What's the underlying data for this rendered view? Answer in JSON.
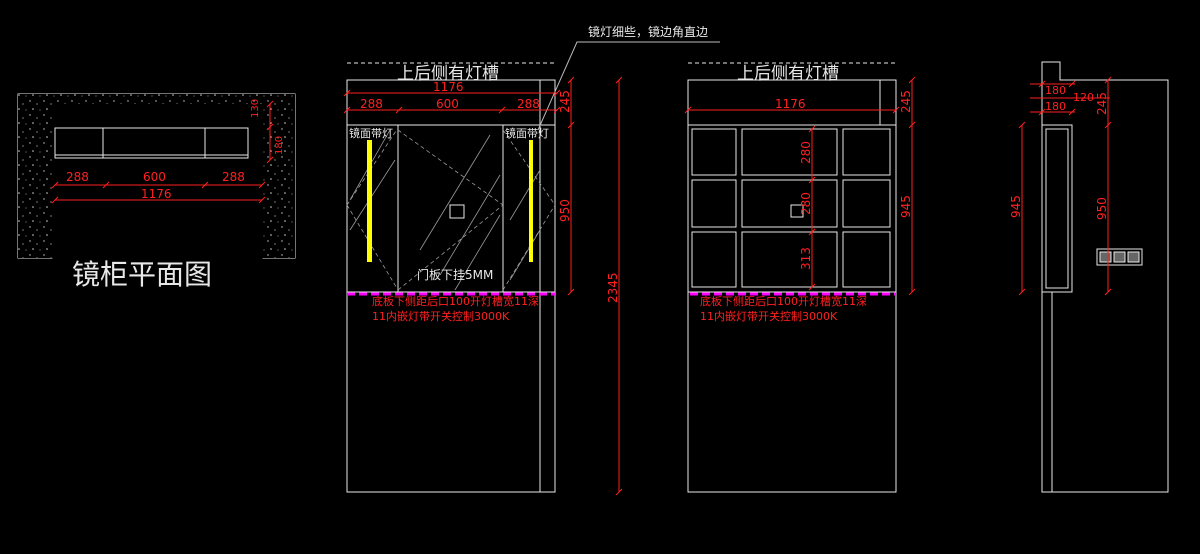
{
  "colors": {
    "background": "#000000",
    "line": "#e8e8e8",
    "dim": "#ff2020",
    "light_strip": "#ffff00",
    "magenta": "#ff00ff",
    "leader": "#bbbbbb"
  },
  "plan": {
    "title": "镜柜平面图",
    "dims": {
      "d288a": "288",
      "d600": "600",
      "d288b": "288",
      "d1176": "1176",
      "d130": "130",
      "d180": "180"
    }
  },
  "front": {
    "top_note": "上后侧有灯槽",
    "leader_note": "镜灯细些，镜边角直边",
    "dims": {
      "d1176": "1176",
      "d288a": "288",
      "d600": "600",
      "d288b": "288",
      "d245": "245",
      "d950": "950",
      "d2345": "2345"
    },
    "mirror_light_left": "镜面带灯",
    "mirror_light_right": "镜面带灯",
    "door_note": "门板下挂5MM",
    "bottom_note_1": "底板下侧距后口100开灯槽宽11深",
    "bottom_note_2": "11内嵌灯带开关控制3000K"
  },
  "interior": {
    "top_note": "上后侧有灯槽",
    "dims": {
      "d1176": "1176",
      "d245": "245",
      "d945": "945",
      "d280a": "280",
      "d280b": "280",
      "d313": "313"
    },
    "bottom_note_1": "底板下侧距后口100开灯槽宽11深",
    "bottom_note_2": "11内嵌灯带开关控制3000K"
  },
  "side": {
    "dims": {
      "d180a": "180",
      "d180b": "180",
      "d120": "120",
      "d245": "245",
      "d945": "945",
      "d950": "950"
    }
  }
}
